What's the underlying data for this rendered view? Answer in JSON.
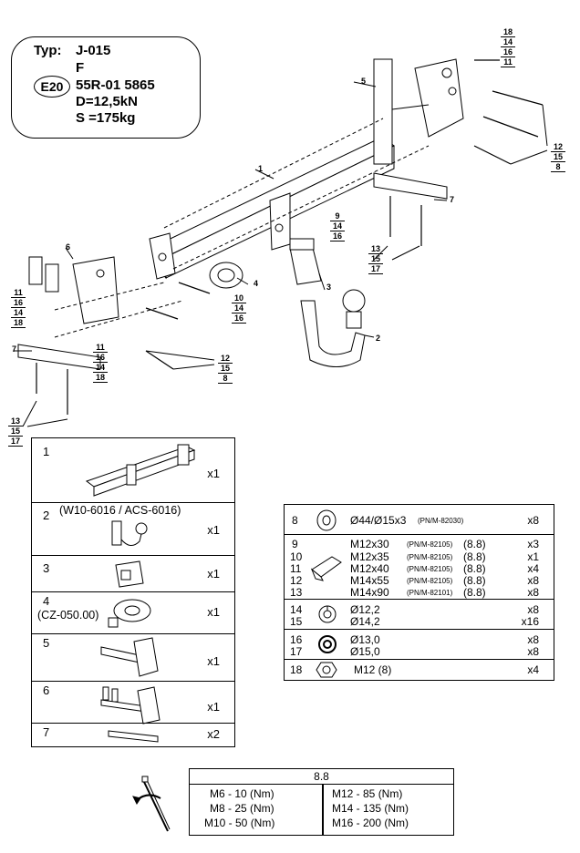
{
  "spec": {
    "typ_label": "Typ:",
    "typ_value": "J-015",
    "class": "F",
    "mark": "E20",
    "approval": "55R-01 5865",
    "d_value": "D=12,5kN",
    "s_value": "S =175kg"
  },
  "callouts": {
    "top_right": [
      "18",
      "14",
      "16",
      "11"
    ],
    "right": [
      "12",
      "15",
      "8"
    ],
    "mid": [
      "9",
      "14",
      "16"
    ],
    "bolt_mid": [
      "10",
      "14",
      "16"
    ],
    "bolt_left": [
      "12",
      "15",
      "8"
    ],
    "left_top": [
      "11",
      "16",
      "14",
      "18"
    ],
    "left_bottom": [
      "11",
      "16",
      "14",
      "18"
    ],
    "anchor_right": [
      "13",
      "15",
      "17"
    ],
    "anchor_left": [
      "13",
      "15",
      "17"
    ],
    "labels": [
      "1",
      "2",
      "3",
      "4",
      "5",
      "6",
      "7",
      "7"
    ]
  },
  "parts": [
    {
      "num": "1",
      "qty": "x1",
      "note": ""
    },
    {
      "num": "2",
      "qty": "x1",
      "note": "(W10-6016 / ACS-6016)"
    },
    {
      "num": "3",
      "qty": "x1",
      "note": ""
    },
    {
      "num": "4",
      "qty": "x1",
      "note": "(CZ-050.00)"
    },
    {
      "num": "5",
      "qty": "x1",
      "note": ""
    },
    {
      "num": "6",
      "qty": "x1",
      "note": ""
    },
    {
      "num": "7",
      "qty": "x2",
      "note": ""
    }
  ],
  "hardware": {
    "washer": {
      "num": "8",
      "desc": "Ø44/Ø15x3",
      "std": "(PN/M-82030)",
      "qty": "x8"
    },
    "bolts": [
      {
        "num": "9",
        "size": "M12x30",
        "std": "(PN/M-82105)",
        "grade": "(8.8)",
        "qty": "x3"
      },
      {
        "num": "10",
        "size": "M12x35",
        "std": "(PN/M-82105)",
        "grade": "(8.8)",
        "qty": "x1"
      },
      {
        "num": "11",
        "size": "M12x40",
        "std": "(PN/M-82105)",
        "grade": "(8.8)",
        "qty": "x4"
      },
      {
        "num": "12",
        "size": "M14x55",
        "std": "(PN/M-82105)",
        "grade": "(8.8)",
        "qty": "x8"
      },
      {
        "num": "13",
        "size": "M14x90",
        "std": "(PN/M-82101)",
        "grade": "(8.8)",
        "qty": "x8"
      }
    ],
    "spring": [
      {
        "num": "14",
        "size": "Ø12,2",
        "qty": "x8"
      },
      {
        "num": "15",
        "size": "Ø14,2",
        "qty": "x16"
      }
    ],
    "flat": [
      {
        "num": "16",
        "size": "Ø13,0",
        "qty": "x8"
      },
      {
        "num": "17",
        "size": "Ø15,0",
        "qty": "x8"
      }
    ],
    "nut": {
      "num": "18",
      "size": "M12 (8)",
      "qty": "x4"
    }
  },
  "torque": {
    "grade": "8.8",
    "left": [
      "M6  -  10 (Nm)",
      "M8  -  25 (Nm)",
      "M10  -  50 (Nm)"
    ],
    "right": [
      "M12 - 85 (Nm)",
      "M14 - 135 (Nm)",
      "M16 - 200 (Nm)"
    ]
  }
}
